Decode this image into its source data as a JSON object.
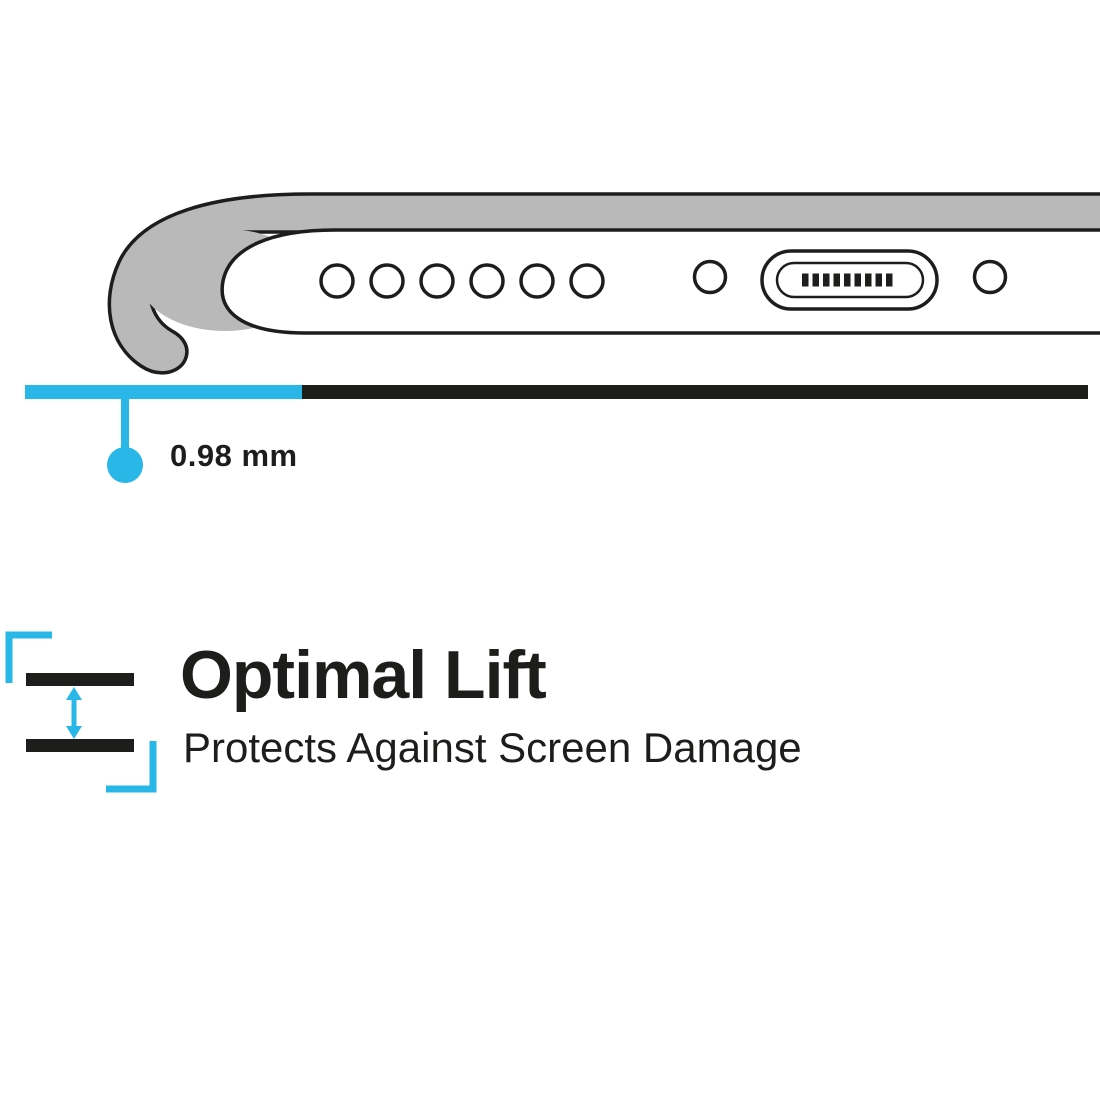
{
  "diagram": {
    "name": "phone-case-bottom-edge-cross-section",
    "measurement": "0.98 mm",
    "colors": {
      "accent_cyan": "#29b7e8",
      "case_gray": "#b9b9b9",
      "ink": "#1d1d1b"
    },
    "elements": {
      "speaker_holes": 6,
      "charging_port": "lightning-port",
      "screw_holes": 2
    }
  },
  "feature": {
    "title": "Optimal Lift",
    "subtitle": "Protects Against Screen Damage"
  }
}
